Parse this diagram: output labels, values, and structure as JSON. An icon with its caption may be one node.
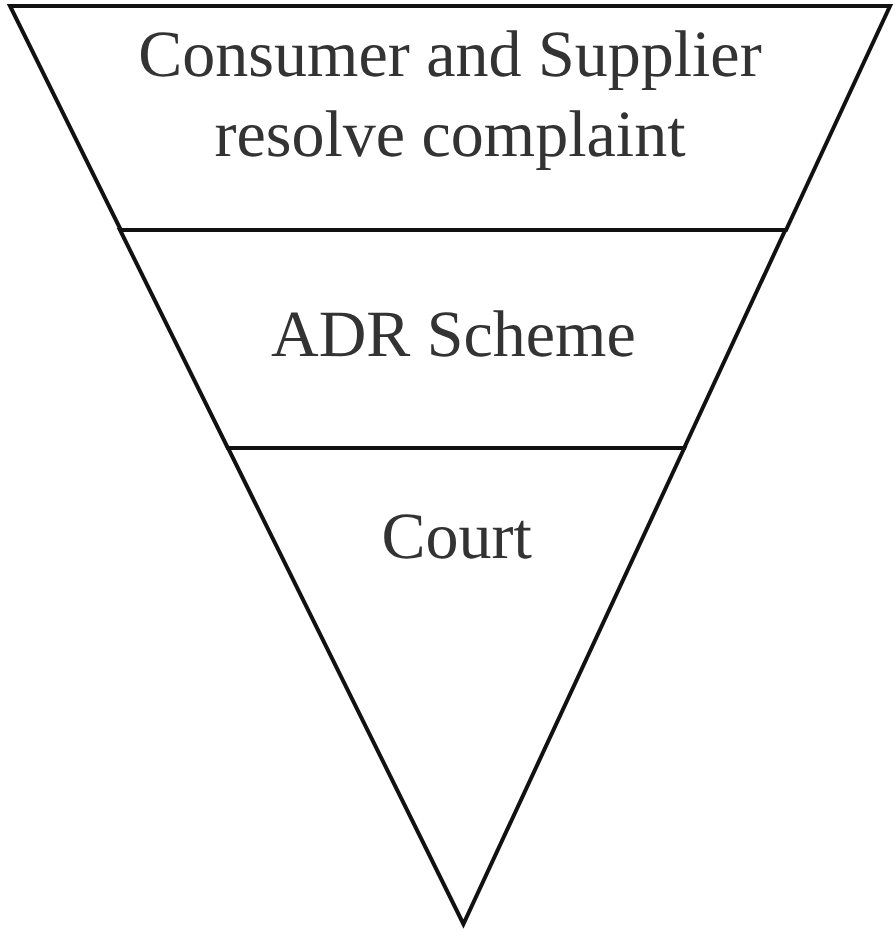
{
  "diagram": {
    "nodes": [
      {
        "text": [
          "Consumer and Supplier resolve complaint"
        ]
      },
      {
        "text": [
          "ADR Scheme"
        ]
      },
      {
        "text": [
          "Court"
        ]
      }
    ]
  }
}
